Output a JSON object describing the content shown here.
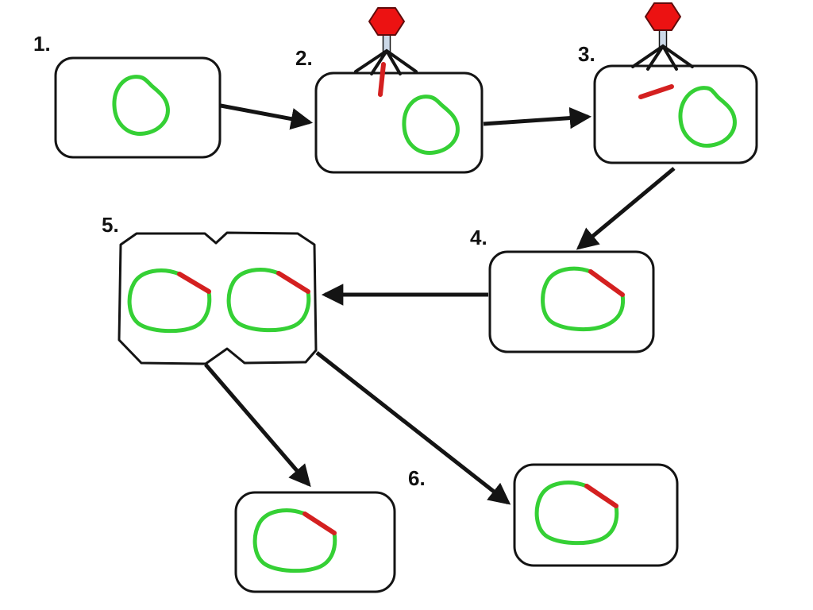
{
  "diagram": {
    "steps": [
      {
        "label": "1."
      },
      {
        "label": "2."
      },
      {
        "label": "3."
      },
      {
        "label": "4."
      },
      {
        "label": "5."
      },
      {
        "label": "6."
      }
    ],
    "colors": {
      "background": "#ffffff",
      "outline": "#141414",
      "dna_green": "#35d035",
      "dna_red": "#d42020",
      "phage_head": "#ec1212",
      "phage_head_outline": "#600b0b",
      "phage_tail": "#ccd9e8"
    }
  }
}
